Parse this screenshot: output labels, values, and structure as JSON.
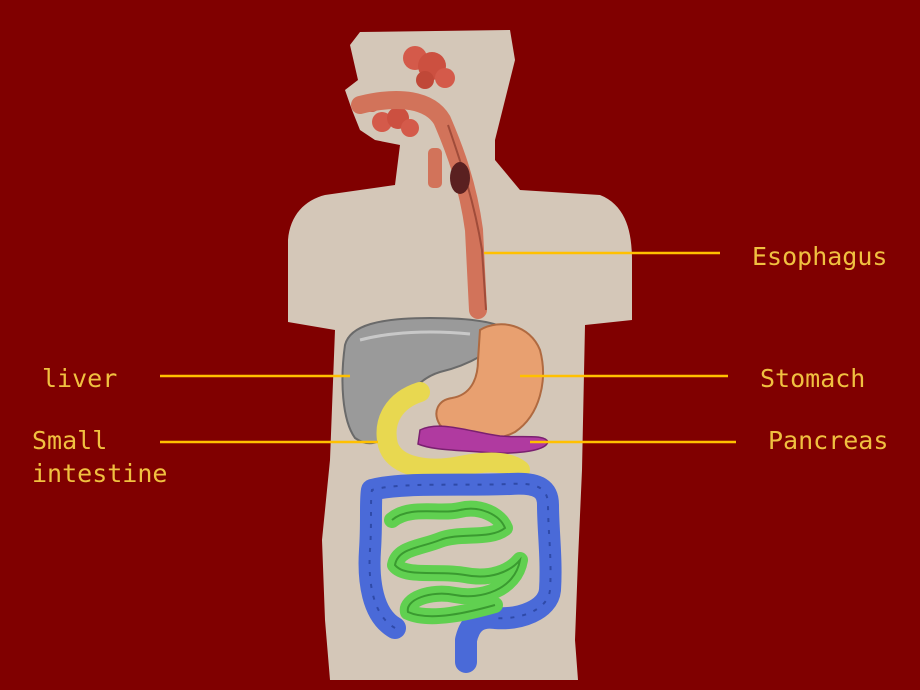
{
  "labels": {
    "esophagus": "Esophagus",
    "liver": "liver",
    "stomach": "Stomach",
    "small_intestine_line1": "Small",
    "small_intestine_line2": "intestine",
    "pancreas": "Pancreas"
  },
  "colors": {
    "background": "#800000",
    "label_text": "#f0c040",
    "leader_line": "#ffc000",
    "body_silhouette": "#d4c7b8",
    "esophagus": "#d2735a",
    "liver": "#9a9a9a",
    "stomach": "#e8a070",
    "pancreas": "#b03aa0",
    "small_intestine": "#60d050",
    "duodenum": "#e8d850",
    "large_intestine": "#4a6ad8"
  }
}
